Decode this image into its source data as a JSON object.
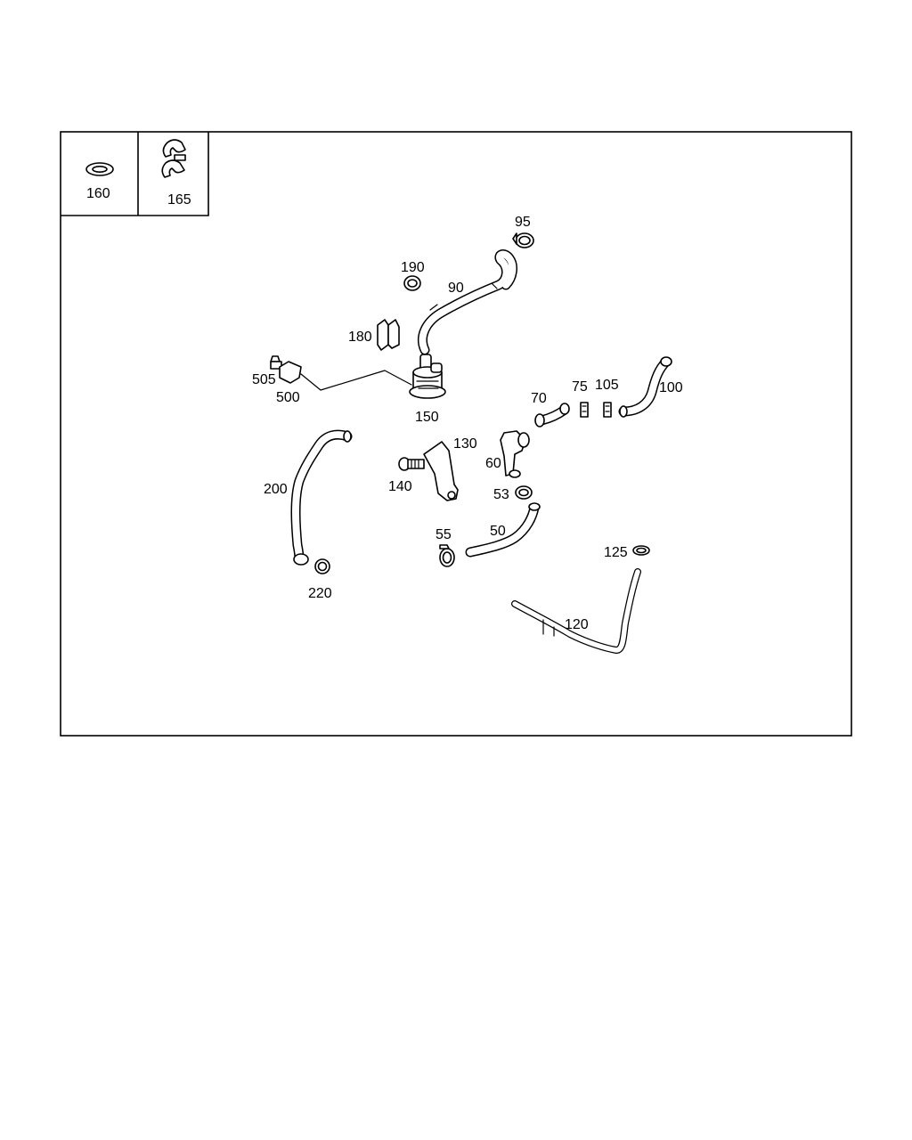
{
  "callouts": {
    "c160": "160",
    "c165": "165",
    "c95": "95",
    "c190": "190",
    "c90": "90",
    "c180": "180",
    "c505": "505",
    "c500": "500",
    "c150": "150",
    "c70": "70",
    "c75": "75",
    "c105": "105",
    "c100": "100",
    "c130": "130",
    "c140": "140",
    "c60": "60",
    "c200": "200",
    "c53": "53",
    "c55": "55",
    "c50": "50",
    "c125": "125",
    "c220": "220",
    "c120": "120"
  }
}
